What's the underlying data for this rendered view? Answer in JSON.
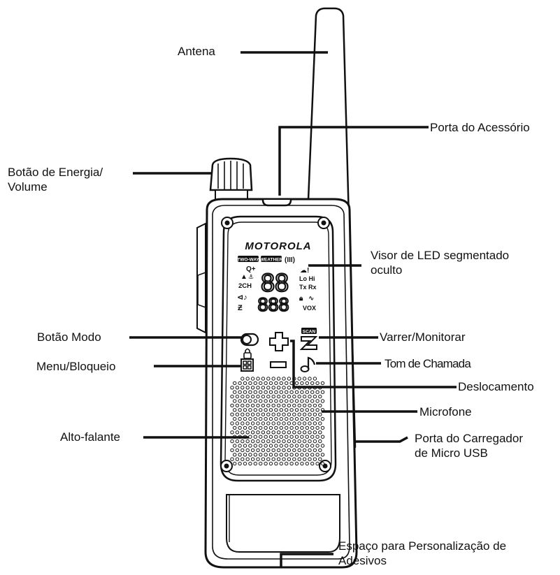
{
  "brand": "MOTOROLA",
  "display": {
    "two_way": "TWO-WAY",
    "weather": "WEATHER",
    "battery": "(III)",
    "lo_hi": "Lo Hi",
    "tx_rx": "Tx Rx",
    "ch2": "2CH",
    "vox": "VOX",
    "scan_badge": "SCAN",
    "digits_top": "88",
    "digits_bottom": "888"
  },
  "labels": {
    "antenna": "Antena",
    "accessory_port": "Porta do Acessório",
    "power_volume": "Botão de Energia/ Volume",
    "led_display": "Visor de LED segmentado oculto",
    "mode_button": "Botão Modo",
    "scan_monitor": "Varrer/Monitorar",
    "menu_lock": "Menu/Bloqueio",
    "call_tone": "Tom de Chamada",
    "scroll": "Deslocamento",
    "microphone": "Microfone",
    "speaker": "Alto-falante",
    "charger_port": "Porta do Carregador de Micro USB",
    "sticker_space": "Espaço para Personalização de Adesivos"
  }
}
